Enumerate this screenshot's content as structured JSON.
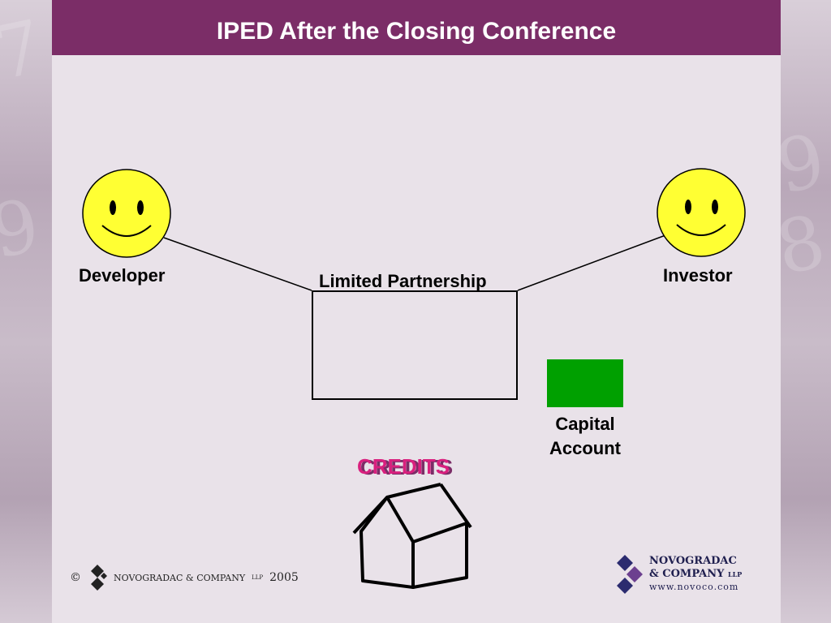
{
  "title": "IPED After the Closing Conference",
  "nodes": {
    "developer": "Developer",
    "investor": "Investor",
    "partnership": "Limited Partnership",
    "capital_line1": "Capital",
    "capital_line2": "Account",
    "credits": "CREDITS"
  },
  "colors": {
    "title_bar": "#7b2d67",
    "capital_account": "#00a000",
    "smiley": "#ffff33",
    "credits_front": "#d9207e",
    "credits_back": "#7b2d67"
  },
  "footer": {
    "copyright_symbol": "©",
    "company_small": "NOVOGRADAC & COMPANY",
    "company_suffix": "LLP",
    "year": "2005",
    "brand_line1": "NOVOGRADAC",
    "brand_line2": "& COMPANY",
    "brand_suffix": "LLP",
    "website": "www.novoco.com"
  }
}
